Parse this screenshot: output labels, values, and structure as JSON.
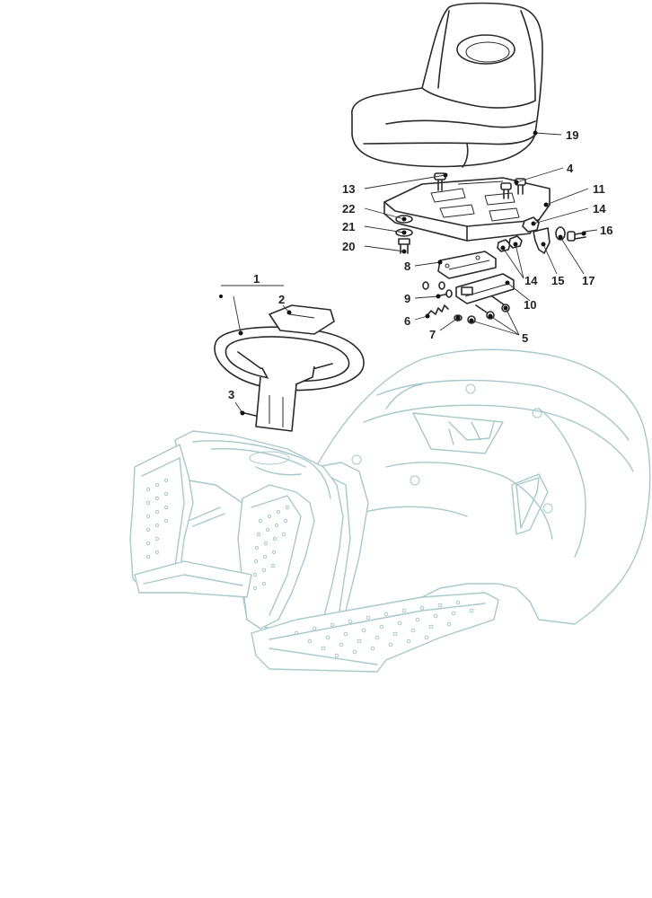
{
  "callouts": {
    "c1": "1",
    "c2": "2",
    "c3": "3",
    "c4": "4",
    "c5": "5",
    "c6": "6",
    "c7": "7",
    "c8": "8",
    "c9": "9",
    "c10": "10",
    "c11": "11",
    "c13": "13",
    "c14a": "14",
    "c14b": "14",
    "c15": "15",
    "c16": "16",
    "c17": "17",
    "c19": "19",
    "c20": "20",
    "c21": "21",
    "c22": "22"
  },
  "colors": {
    "line_art": "#2a2a2a",
    "body_outline": "#a8c8cc"
  }
}
